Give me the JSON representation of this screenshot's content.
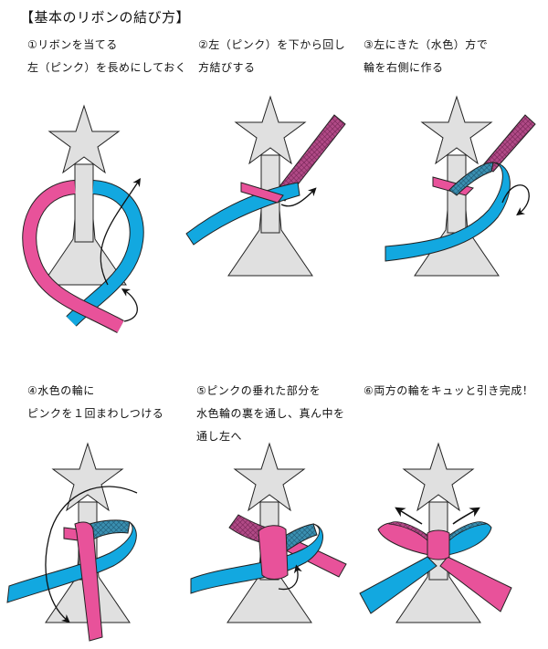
{
  "title": "【基本のリボンの結び方】",
  "colors": {
    "pink": "#e8529a",
    "pink_back": "#b04a86",
    "blue": "#12a8e0",
    "blue_back": "#3a8fb0",
    "stand": "#e0e0e0",
    "outline": "#222222",
    "background": "#ffffff"
  },
  "steps": [
    {
      "number": "①",
      "lines": [
        "①リボンを当てる",
        "左（ピンク）を長めにしておく"
      ]
    },
    {
      "number": "②",
      "lines": [
        "②左（ピンク）を下から回し",
        "方結びする"
      ]
    },
    {
      "number": "③",
      "lines": [
        "③左にきた（水色）方で",
        "輪を右側に作る"
      ]
    },
    {
      "number": "④",
      "lines": [
        "④水色の輪に",
        "ピンクを１回まわしつける"
      ]
    },
    {
      "number": "⑤",
      "lines": [
        "⑤ピンクの垂れた部分を",
        "水色輪の裏を通し、真ん中を",
        "通し左へ"
      ]
    },
    {
      "number": "⑥",
      "lines": [
        "⑥両方の輪をキュッと引き完成！"
      ]
    }
  ]
}
